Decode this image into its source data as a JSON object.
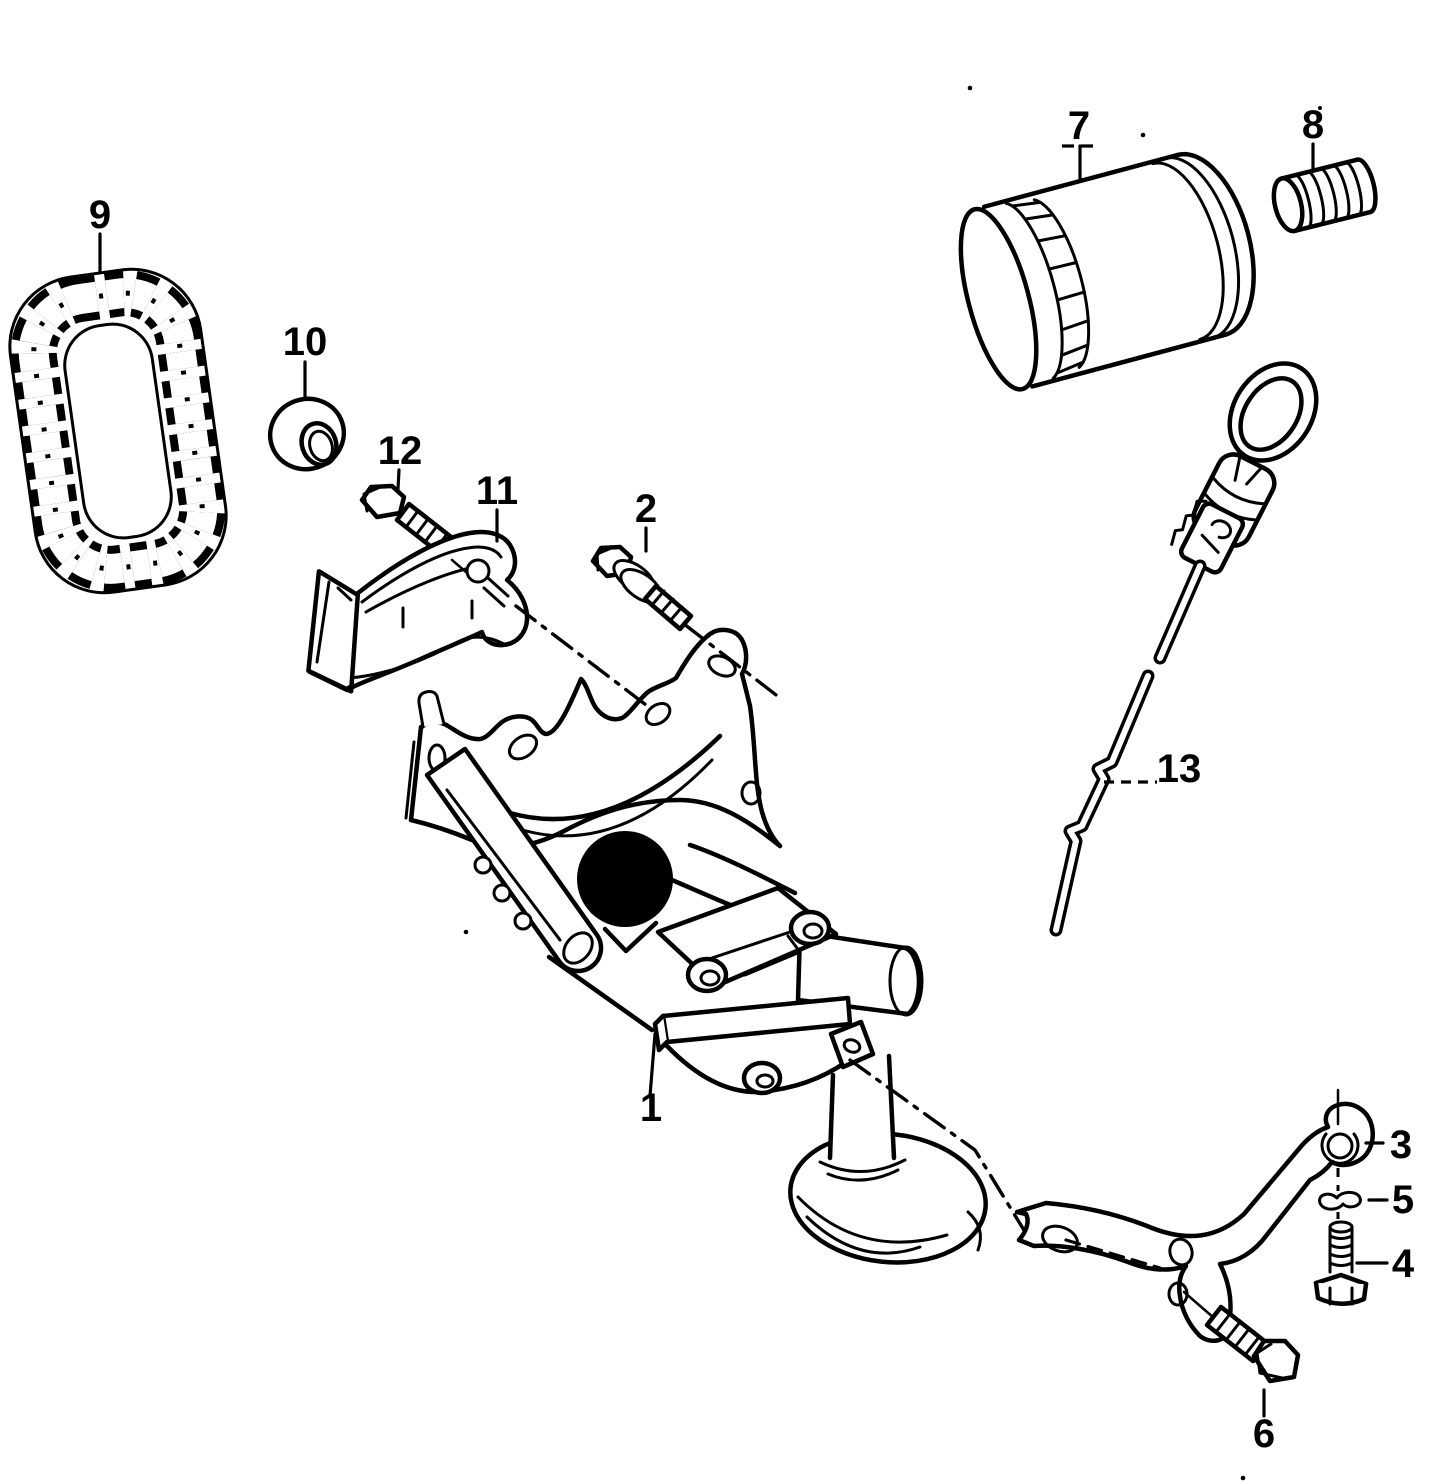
{
  "diagram": {
    "kind": "exploded-parts-line-drawing",
    "background_color": "#ffffff",
    "line_color": "#000000",
    "redaction_dot_color": "#000000",
    "callouts": [
      {
        "label": "1"
      },
      {
        "label": "2"
      },
      {
        "label": "3"
      },
      {
        "label": "4"
      },
      {
        "label": "5"
      },
      {
        "label": "6"
      },
      {
        "label": "7"
      },
      {
        "label": "8"
      },
      {
        "label": "9"
      },
      {
        "label": "10"
      },
      {
        "label": "11"
      },
      {
        "label": "12"
      },
      {
        "label": "13"
      }
    ]
  }
}
